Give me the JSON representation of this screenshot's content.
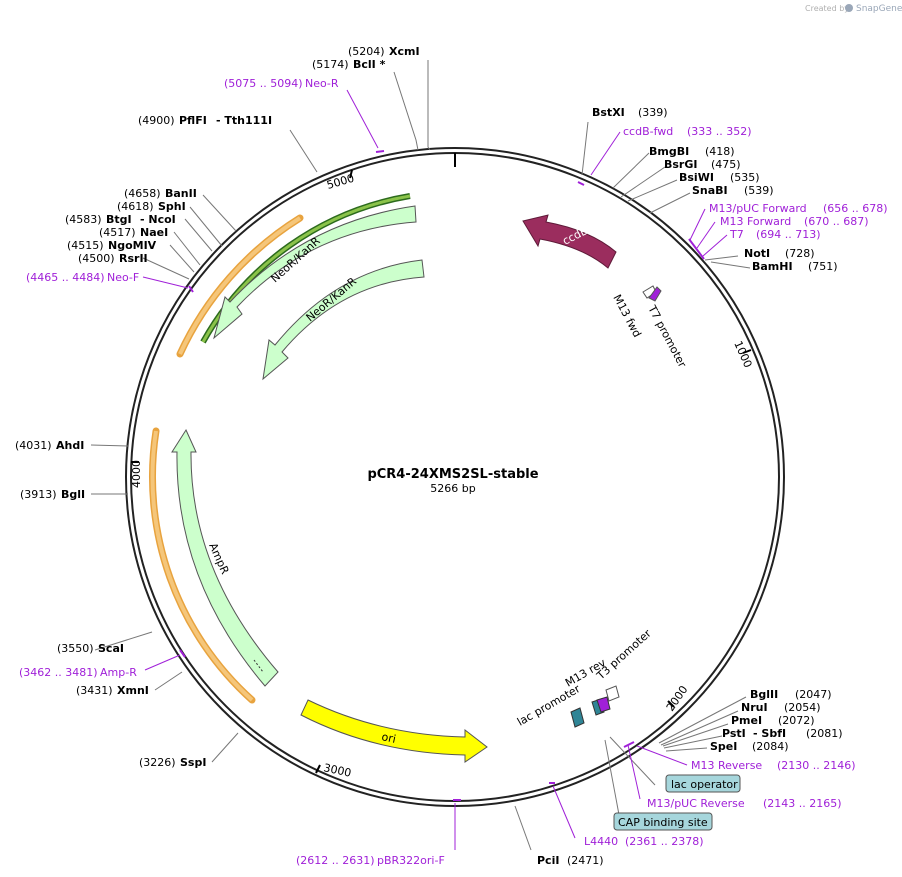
{
  "credit": {
    "prefix": "Created by",
    "brand": "SnapGene"
  },
  "plasmid": {
    "name": "pCR4-24XMS2SL-stable",
    "length": "5266 bp",
    "length_bp": 5266
  },
  "ticks": [
    "1000",
    "2000",
    "3000",
    "4000",
    "5000"
  ],
  "enzymes": [
    {
      "id": "xcmi",
      "pos": "(5204)",
      "name": "XcmI"
    },
    {
      "id": "bcli",
      "pos": "(5174)",
      "name": "BclI *"
    },
    {
      "id": "pflfi",
      "pos": "(4900)",
      "name": "PflFI",
      "name2": "- Tth111I"
    },
    {
      "id": "banii",
      "pos": "(4658)",
      "name": "BanII"
    },
    {
      "id": "sphi",
      "pos": "(4618)",
      "name": "SphI"
    },
    {
      "id": "btgi",
      "pos": "(4583)",
      "name": "BtgI",
      "name2": "- NcoI"
    },
    {
      "id": "naei",
      "pos": "(4517)",
      "name": "NaeI"
    },
    {
      "id": "ngomiv",
      "pos": "(4515)",
      "name": "NgoMIV"
    },
    {
      "id": "rsrii",
      "pos": "(4500)",
      "name": "RsrII"
    },
    {
      "id": "ahdi",
      "pos": "(4031)",
      "name": "AhdI"
    },
    {
      "id": "bgli",
      "pos": "(3913)",
      "name": "BglI"
    },
    {
      "id": "scai",
      "pos": "(3550)",
      "name": "ScaI"
    },
    {
      "id": "xmni",
      "pos": "(3431)",
      "name": "XmnI"
    },
    {
      "id": "sspi",
      "pos": "(3226)",
      "name": "SspI"
    },
    {
      "id": "pcii",
      "pos": "(2471)",
      "name": "PciI"
    },
    {
      "id": "bstxi",
      "pos": "(339)",
      "name": "BstXI"
    },
    {
      "id": "bmgbi",
      "pos": "(418)",
      "name": "BmgBI"
    },
    {
      "id": "bsrgi",
      "pos": "(475)",
      "name": "BsrGI"
    },
    {
      "id": "bsiwi",
      "pos": "(535)",
      "name": "BsiWI"
    },
    {
      "id": "snabi",
      "pos": "(539)",
      "name": "SnaBI"
    },
    {
      "id": "noti",
      "pos": "(728)",
      "name": "NotI"
    },
    {
      "id": "bamhi",
      "pos": "(751)",
      "name": "BamHI"
    },
    {
      "id": "bglii",
      "pos": "(2047)",
      "name": "BglII"
    },
    {
      "id": "nrui",
      "pos": "(2054)",
      "name": "NruI"
    },
    {
      "id": "pmei",
      "pos": "(2072)",
      "name": "PmeI"
    },
    {
      "id": "psti",
      "pos": "(2081)",
      "name": "PstI",
      "name2": "- SbfI"
    },
    {
      "id": "spei",
      "pos": "(2084)",
      "name": "SpeI"
    }
  ],
  "primers": [
    {
      "id": "neor",
      "range": "(5075 .. 5094)",
      "name": "Neo-R"
    },
    {
      "id": "neof",
      "range": "(4465 .. 4484)",
      "name": "Neo-F"
    },
    {
      "id": "ampr",
      "range": "(3462 .. 3481)",
      "name": "Amp-R"
    },
    {
      "id": "pbr322",
      "range": "(2612 .. 2631)",
      "name": "pBR322ori-F"
    },
    {
      "id": "l4440",
      "name": "L4440",
      "range": "(2361 .. 2378)"
    },
    {
      "id": "m13pucrev",
      "name": "M13/pUC Reverse",
      "range": "(2143 .. 2165)"
    },
    {
      "id": "m13rev",
      "name": "M13 Reverse",
      "range": "(2130 .. 2146)"
    },
    {
      "id": "ccdbfwd",
      "name": "ccdB-fwd",
      "range": "(333 .. 352)"
    },
    {
      "id": "m13pucfwd",
      "name": "M13/pUC Forward",
      "range": "(656 .. 678)"
    },
    {
      "id": "m13fwd",
      "name": "M13 Forward",
      "range": "(670 .. 687)"
    },
    {
      "id": "t7",
      "name": "T7",
      "range": "(694 .. 713)"
    }
  ],
  "features": [
    {
      "id": "ccdb",
      "name": "ccdB",
      "color": "#9b2d5e"
    },
    {
      "id": "neokan1",
      "name": "NeoR/KanR",
      "color": "#ccffcc"
    },
    {
      "id": "neokan2",
      "name": "NeoR/KanR",
      "color": "#ccffcc"
    },
    {
      "id": "ampr",
      "name": "AmpR",
      "color": "#ccffcc"
    },
    {
      "id": "ori",
      "name": "ori",
      "color": "#ffff00"
    },
    {
      "id": "t7prom",
      "name": "T7 promoter"
    },
    {
      "id": "m13fwdsite",
      "name": "M13 fwd"
    },
    {
      "id": "m13revsite",
      "name": "M13 rev"
    },
    {
      "id": "t3prom",
      "name": "T3 promoter"
    },
    {
      "id": "lacprom",
      "name": "lac promoter"
    }
  ],
  "boxes": [
    {
      "id": "lacop",
      "name": "lac operator"
    },
    {
      "id": "cap",
      "name": "CAP binding site"
    }
  ],
  "colors": {
    "primer": "#a020d8",
    "feature_green": "#ccffcc",
    "orf_orange": "#f5c67a",
    "ccdb": "#9b2d5e",
    "ori": "#ffff00",
    "box_fill": "#a6d6dc",
    "teal": "#2f8596"
  }
}
